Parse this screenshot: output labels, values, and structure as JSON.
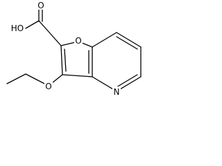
{
  "molecule": {
    "labels": {
      "hydroxyl": "HO",
      "carbonyl_oxygen": "O",
      "ring_oxygen": "O",
      "ether_oxygen": "O",
      "ring_nitrogen": "N"
    }
  }
}
